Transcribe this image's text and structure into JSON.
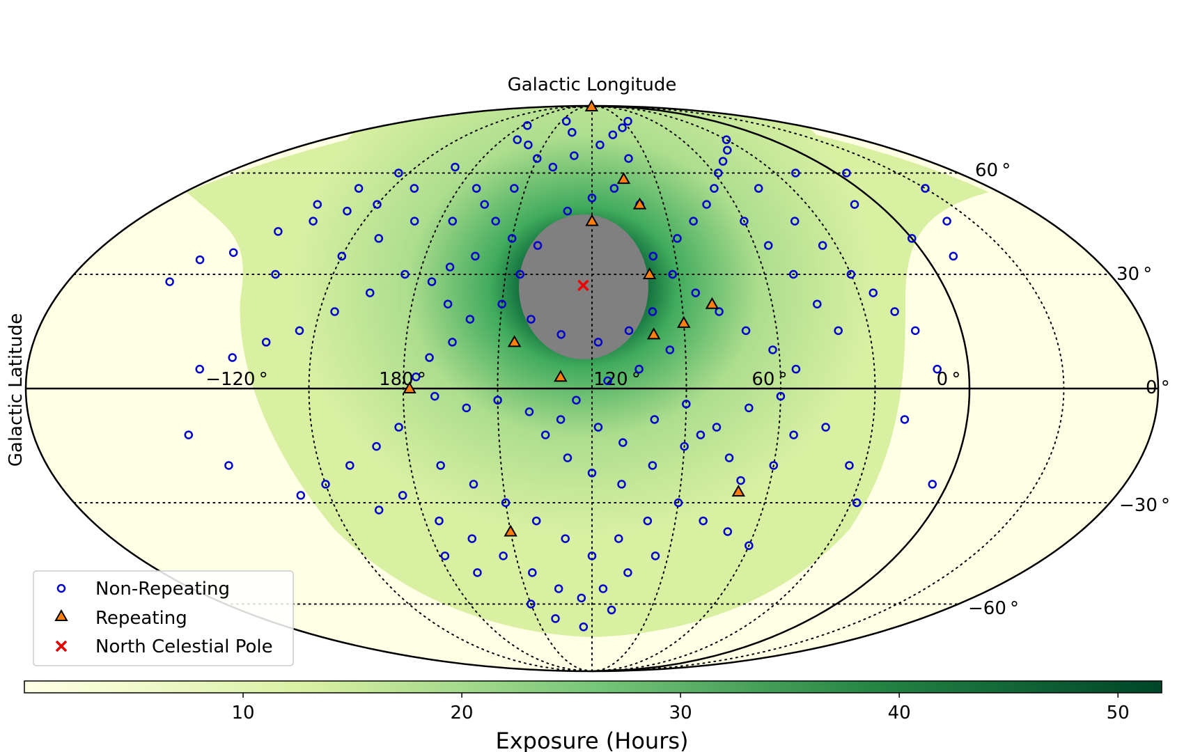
{
  "chart_data": {
    "type": "scatter",
    "projection": "mollweide",
    "title": "",
    "xlabel": "Galactic Longitude",
    "ylabel": "Galactic Latitude",
    "grid": true,
    "legend_position": "bottom-left",
    "longitude_ticks": [
      "−120 °",
      "180 °",
      "120 °",
      "60 °",
      "0 °"
    ],
    "latitude_ticks": [
      "60 °",
      "30 °",
      "0 °",
      "−30 °",
      "−60 °"
    ],
    "colorbar": {
      "label": "Exposure (Hours)",
      "ticks": [
        10,
        20,
        30,
        40,
        50
      ],
      "tick_labels": [
        "10",
        "20",
        "30",
        "40",
        "50"
      ],
      "range": [
        0,
        52
      ],
      "colors": [
        "#ffffe5",
        "#d9f0a3",
        "#78c679",
        "#238443",
        "#004529"
      ]
    },
    "north_celestial_pole": {
      "l": 123,
      "b": 27
    },
    "series": [
      {
        "name": "Non-Repeating",
        "marker": "circle",
        "color": "#0000cc",
        "points": [
          {
            "l": 176,
            "b": 78
          },
          {
            "l": 170,
            "b": 72
          },
          {
            "l": 160,
            "b": 70
          },
          {
            "l": 150,
            "b": 65
          },
          {
            "l": 140,
            "b": 62
          },
          {
            "l": 130,
            "b": 66
          },
          {
            "l": 115,
            "b": 70
          },
          {
            "l": 105,
            "b": 74
          },
          {
            "l": 95,
            "b": 77
          },
          {
            "l": 85,
            "b": 80
          },
          {
            "l": -170,
            "b": 62
          },
          {
            "l": -160,
            "b": 55
          },
          {
            "l": -150,
            "b": 50
          },
          {
            "l": -140,
            "b": 48
          },
          {
            "l": -130,
            "b": 45
          },
          {
            "l": -120,
            "b": 42
          },
          {
            "l": -110,
            "b": 36
          },
          {
            "l": -100,
            "b": 34
          },
          {
            "l": -95,
            "b": 28
          },
          {
            "l": -130,
            "b": 30
          },
          {
            "l": -150,
            "b": 35
          },
          {
            "l": -160,
            "b": 40
          },
          {
            "l": -170,
            "b": 45
          },
          {
            "l": -175,
            "b": 30
          },
          {
            "l": -165,
            "b": 25
          },
          {
            "l": -155,
            "b": 20
          },
          {
            "l": -145,
            "b": 15
          },
          {
            "l": -135,
            "b": 12
          },
          {
            "l": -125,
            "b": 8
          },
          {
            "l": -115,
            "b": 5
          },
          {
            "l": 172,
            "b": 55
          },
          {
            "l": 165,
            "b": 50
          },
          {
            "l": 158,
            "b": 45
          },
          {
            "l": 150,
            "b": 40
          },
          {
            "l": 162,
            "b": 35
          },
          {
            "l": 170,
            "b": 32
          },
          {
            "l": 175,
            "b": 28
          },
          {
            "l": 168,
            "b": 22
          },
          {
            "l": 160,
            "b": 18
          },
          {
            "l": 165,
            "b": 12
          },
          {
            "l": 172,
            "b": 8
          },
          {
            "l": 176,
            "b": 3
          },
          {
            "l": 170,
            "b": -2
          },
          {
            "l": 160,
            "b": -5
          },
          {
            "l": 150,
            "b": -3
          },
          {
            "l": 140,
            "b": -6
          },
          {
            "l": 135,
            "b": -12
          },
          {
            "l": 128,
            "b": -18
          },
          {
            "l": 120,
            "b": -22
          },
          {
            "l": 110,
            "b": -25
          },
          {
            "l": 100,
            "b": -20
          },
          {
            "l": 90,
            "b": -15
          },
          {
            "l": 80,
            "b": -10
          },
          {
            "l": 70,
            "b": -5
          },
          {
            "l": 60,
            "b": -2
          },
          {
            "l": 55,
            "b": 5
          },
          {
            "l": 62,
            "b": 10
          },
          {
            "l": 70,
            "b": 15
          },
          {
            "l": 78,
            "b": 20
          },
          {
            "l": 85,
            "b": 25
          },
          {
            "l": 92,
            "b": 30
          },
          {
            "l": 98,
            "b": 35
          },
          {
            "l": 88,
            "b": 40
          },
          {
            "l": 80,
            "b": 45
          },
          {
            "l": 72,
            "b": 50
          },
          {
            "l": 65,
            "b": 55
          },
          {
            "l": 58,
            "b": 60
          },
          {
            "l": 50,
            "b": 64
          },
          {
            "l": 40,
            "b": 68
          },
          {
            "l": 30,
            "b": 72
          },
          {
            "l": 45,
            "b": 55
          },
          {
            "l": 40,
            "b": 45
          },
          {
            "l": 35,
            "b": 38
          },
          {
            "l": 30,
            "b": 30
          },
          {
            "l": 25,
            "b": 25
          },
          {
            "l": 20,
            "b": 20
          },
          {
            "l": 40,
            "b": 15
          },
          {
            "l": 45,
            "b": 22
          },
          {
            "l": 50,
            "b": 30
          },
          {
            "l": 55,
            "b": 38
          },
          {
            "l": 60,
            "b": 45
          },
          {
            "l": 100,
            "b": 50
          },
          {
            "l": 110,
            "b": 55
          },
          {
            "l": 120,
            "b": 52
          },
          {
            "l": 130,
            "b": 48
          },
          {
            "l": 140,
            "b": 38
          },
          {
            "l": 145,
            "b": 30
          },
          {
            "l": 150,
            "b": 22
          },
          {
            "l": 140,
            "b": 18
          },
          {
            "l": 130,
            "b": 14
          },
          {
            "l": 118,
            "b": 12
          },
          {
            "l": 108,
            "b": 15
          },
          {
            "l": 100,
            "b": 20
          },
          {
            "l": 95,
            "b": 10
          },
          {
            "l": 105,
            "b": 5
          },
          {
            "l": 115,
            "b": 2
          },
          {
            "l": 125,
            "b": -3
          },
          {
            "l": 130,
            "b": -8
          },
          {
            "l": 118,
            "b": -10
          },
          {
            "l": 110,
            "b": -14
          },
          {
            "l": 100,
            "b": -8
          },
          {
            "l": 90,
            "b": -4
          },
          {
            "l": 85,
            "b": -12
          },
          {
            "l": 75,
            "b": -18
          },
          {
            "l": 70,
            "b": -24
          },
          {
            "l": 60,
            "b": -20
          },
          {
            "l": 55,
            "b": -12
          },
          {
            "l": -178,
            "b": -10
          },
          {
            "l": -170,
            "b": -15
          },
          {
            "l": -160,
            "b": -20
          },
          {
            "l": -150,
            "b": -25
          },
          {
            "l": -140,
            "b": -28
          },
          {
            "l": 170,
            "b": -20
          },
          {
            "l": 160,
            "b": -25
          },
          {
            "l": 150,
            "b": -30
          },
          {
            "l": 140,
            "b": -35
          },
          {
            "l": 130,
            "b": -40
          },
          {
            "l": 120,
            "b": -45
          },
          {
            "l": 110,
            "b": -40
          },
          {
            "l": 100,
            "b": -35
          },
          {
            "l": 90,
            "b": -30
          },
          {
            "l": 80,
            "b": -35
          },
          {
            "l": 70,
            "b": -38
          },
          {
            "l": 60,
            "b": -42
          },
          {
            "l": 175,
            "b": -35
          },
          {
            "l": 165,
            "b": -40
          },
          {
            "l": 155,
            "b": -45
          },
          {
            "l": 145,
            "b": -50
          },
          {
            "l": 135,
            "b": -55
          },
          {
            "l": 125,
            "b": -58
          },
          {
            "l": 115,
            "b": -55
          },
          {
            "l": 105,
            "b": -50
          },
          {
            "l": 95,
            "b": -45
          },
          {
            "l": 150,
            "b": -60
          },
          {
            "l": 140,
            "b": -65
          },
          {
            "l": 125,
            "b": -68
          },
          {
            "l": 110,
            "b": -62
          },
          {
            "l": -175,
            "b": -28
          },
          {
            "l": -165,
            "b": -32
          },
          {
            "l": 178,
            "b": -45
          },
          {
            "l": 168,
            "b": -50
          },
          {
            "l": -120,
            "b": -20
          },
          {
            "l": -110,
            "b": -12
          },
          {
            "l": 45,
            "b": -10
          },
          {
            "l": 35,
            "b": -20
          },
          {
            "l": 28,
            "b": -30
          },
          {
            "l": 20,
            "b": -8
          },
          {
            "l": 10,
            "b": 5
          },
          {
            "l": 5,
            "b": -25
          },
          {
            "l": 15,
            "b": 15
          },
          {
            "l": -10,
            "b": 35
          },
          {
            "l": -20,
            "b": 45
          },
          {
            "l": -30,
            "b": 55
          },
          {
            "l": -5,
            "b": 60
          },
          {
            "l": 10,
            "b": 50
          },
          {
            "l": 0,
            "b": 40
          },
          {
            "l": 20,
            "b": 60
          },
          {
            "l": 100,
            "b": 65
          },
          {
            "l": 135,
            "b": 75
          },
          {
            "l": 145,
            "b": 80
          },
          {
            "l": -145,
            "b": 60
          },
          {
            "l": -135,
            "b": 55
          },
          {
            "l": -125,
            "b": 50
          },
          {
            "l": 175,
            "b": 45
          },
          {
            "l": 155,
            "b": 55
          }
        ]
      },
      {
        "name": "Repeating",
        "marker": "triangle",
        "color": "#ff7f0e",
        "points": [
          {
            "l": 122,
            "b": 89
          },
          {
            "l": 105,
            "b": 58
          },
          {
            "l": 100,
            "b": 50
          },
          {
            "l": 120,
            "b": 45
          },
          {
            "l": 100,
            "b": 30
          },
          {
            "l": 90,
            "b": 17
          },
          {
            "l": 80,
            "b": 22
          },
          {
            "l": 100,
            "b": 14
          },
          {
            "l": 145,
            "b": 12
          },
          {
            "l": 130,
            "b": 3
          },
          {
            "l": 178,
            "b": 0
          },
          {
            "l": 70,
            "b": -27
          },
          {
            "l": 150,
            "b": -38
          }
        ]
      },
      {
        "name": "North Celestial Pole",
        "marker": "x",
        "color": "#ee0000",
        "points": [
          {
            "l": 123,
            "b": 27
          }
        ]
      }
    ]
  }
}
